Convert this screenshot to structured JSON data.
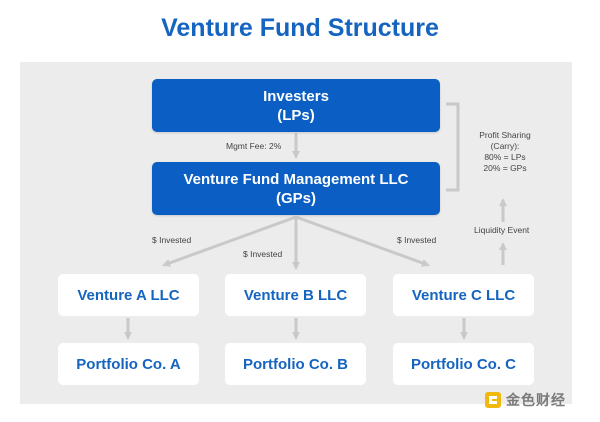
{
  "title": "Venture Fund Structure",
  "investors": {
    "line1": "Investers",
    "line2": "(LPs)"
  },
  "mgmt_fee": "Mgmt Fee: 2%",
  "management": {
    "line1": "Venture Fund Management LLC",
    "line2": "(GPs)"
  },
  "invested_labels": [
    "$ Invested",
    "$ Invested",
    "$ Invested"
  ],
  "profit_sharing": {
    "line1": "Profit Sharing",
    "line2": "(Carry):",
    "line3": "80% = LPs",
    "line4": "20% = GPs"
  },
  "liquidity_event": "Liquidity Event",
  "llcs": [
    "Venture A LLC",
    "Venture B LLC",
    "Venture C LLC"
  ],
  "portfolios": [
    "Portfolio Co. A",
    "Portfolio Co. B",
    "Portfolio Co. C"
  ],
  "watermark": {
    "text": "金色财经",
    "icon": "gold-logo-icon"
  },
  "colors": {
    "title": "#1565c0",
    "blue_box": "#0b5fc4",
    "panel": "#ececec",
    "arrow": "#c9c9c9"
  }
}
